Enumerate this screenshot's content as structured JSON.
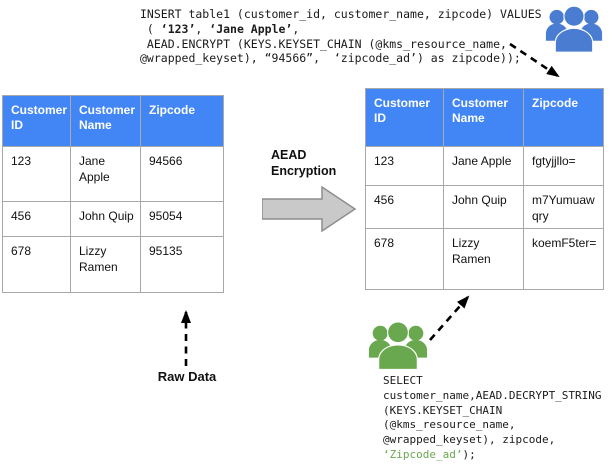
{
  "insert_sql": {
    "line1": "INSERT table1 (customer_id, customer_name, zipcode) VALUES",
    "line2_pre": " ( ",
    "line2_bold1": "‘123’",
    "line2_mid": ", ",
    "line2_bold2": "‘Jane Apple’",
    "line2_post": ",",
    "line3": " AEAD.ENCRYPT (KEYS.KEYSET_CHAIN (@kms_resource_name,",
    "line4": "@wrapped_keyset), “94566”,  ‘zipcode_ad’) as zipcode));"
  },
  "select_sql": {
    "line1": "SELECT",
    "line2": "customer_name,AEAD.DECRYPT_STRING",
    "line3": "(KEYS.KEYSET_CHAIN",
    "line4": "(@kms_resource_name,",
    "line5": "@wrapped_keyset), zipcode,",
    "line6_green": "‘Zipcode_ad’",
    "line6_end": ");"
  },
  "tables": {
    "raw": {
      "headers": [
        "Customer ID",
        "Customer Name",
        "Zipcode"
      ],
      "rows": [
        [
          "123",
          "Jane Apple",
          "94566"
        ],
        [
          "456",
          "John Quip",
          "95054"
        ],
        [
          "678",
          "Lizzy Ramen",
          "95135"
        ]
      ]
    },
    "encrypted": {
      "headers": [
        "Customer ID",
        "Customer Name",
        "Zipcode"
      ],
      "rows": [
        [
          "123",
          "Jane Apple",
          "fgtyjjllo="
        ],
        [
          "456",
          "John Quip",
          "m7Yumuawqry"
        ],
        [
          "678",
          "Lizzy Ramen",
          "koemF5ter="
        ]
      ]
    }
  },
  "labels": {
    "encryption_arrow": "AEAD\nEncryption",
    "raw_data": "Raw Data"
  },
  "icons": {
    "top_right": "users-group-icon",
    "bottom": "users-group-icon"
  },
  "colors": {
    "table_header_blue": "#4285f4",
    "icon_blue": "#4a7dd2",
    "icon_green": "#6aa84f",
    "sql_green": "#6aa84f",
    "arrow_gray": "#c9c9c9",
    "border_gray": "#a8a8a8"
  }
}
